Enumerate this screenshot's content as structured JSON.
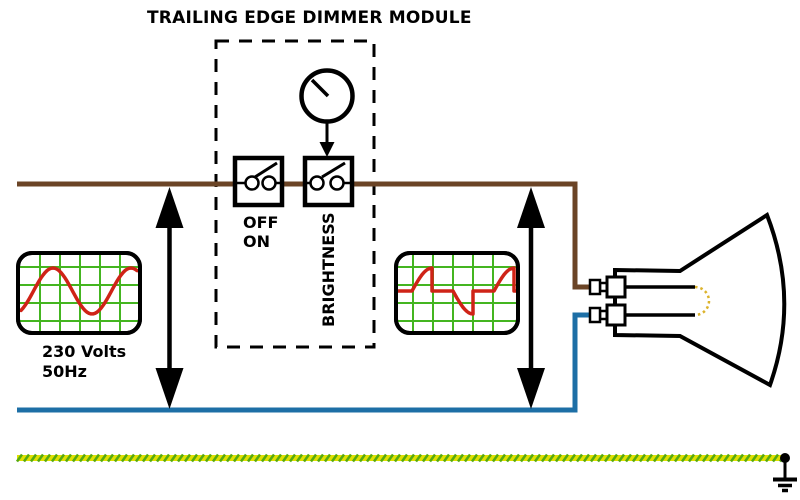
{
  "title": "TRAILING EDGE DIMMER MODULE",
  "dimmer_module": {
    "power_switch": {
      "label_off": "OFF",
      "label_on": "ON"
    },
    "brightness_control": {
      "label": "BRIGHTNESS"
    }
  },
  "supply": {
    "voltage": "230 Volts",
    "frequency": "50Hz"
  },
  "waveforms": {
    "input": {
      "type": "sine",
      "description": "Full 230V 50Hz mains sine wave before the dimmer"
    },
    "output": {
      "type": "trailing-edge-chopped",
      "description": "Half-cycles conduct from zero crossing then are chopped on the trailing edge"
    }
  },
  "colors": {
    "live_wire": "#6b4426",
    "neutral_wire": "#1d6fa6",
    "earth_yellow": "#e0e000",
    "earth_green": "#55aa11",
    "scope_grid": "#44b520",
    "scope_trace": "#cf2317",
    "filament": "#dcb32c",
    "outline": "#000000"
  },
  "icons": {
    "knob": "rotary-knob-icon",
    "switches": "spst-switch-icon",
    "lamp": "lamp-icon",
    "earth": "earth-ground-icon",
    "arrows": "double-headed-arrow-icon"
  }
}
